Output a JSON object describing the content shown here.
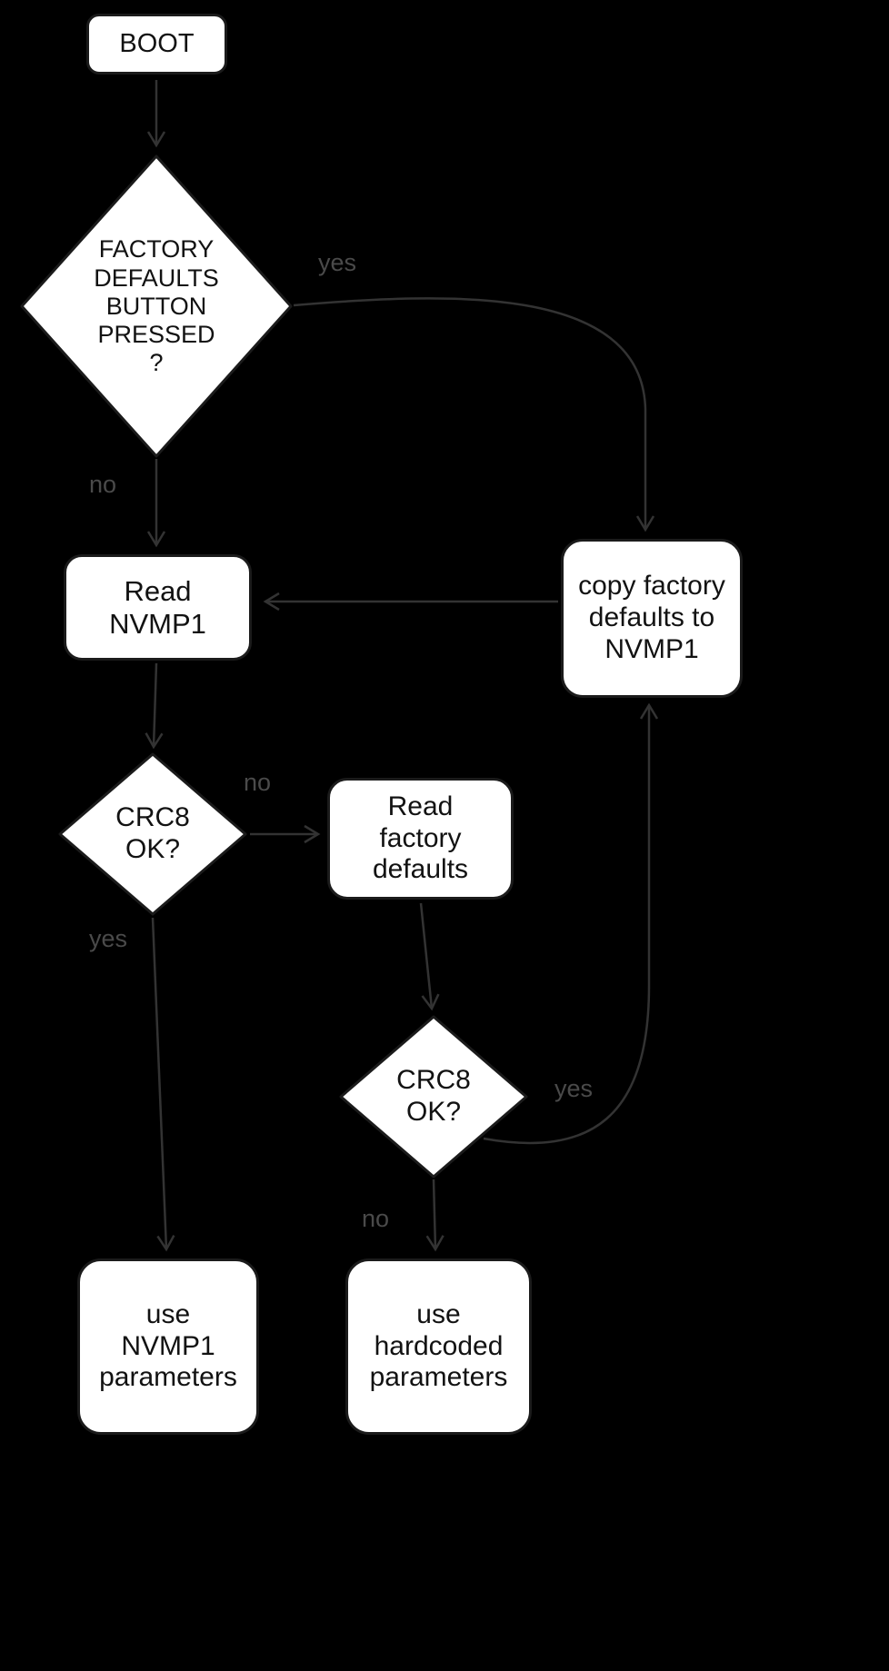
{
  "diagram": {
    "type": "flowchart",
    "colors": {
      "background": "#000000",
      "node_fill": "#ffffff",
      "node_border": "#1b1b1b",
      "node_text": "#121212",
      "edge": "#333333",
      "edge_label_text": "#4a4a4a"
    },
    "nodes": {
      "boot": {
        "type": "terminator",
        "label": "BOOT"
      },
      "factory_button": {
        "type": "decision",
        "label": "FACTORY\nDEFAULTS\nBUTTON\nPRESSED\n?"
      },
      "read_nvmp1": {
        "type": "process",
        "label": "Read\nNVMP1"
      },
      "copy_defaults": {
        "type": "process",
        "label": "copy factory\ndefaults to\nNVMP1"
      },
      "crc8_check_1": {
        "type": "decision",
        "label": "CRC8\nOK?"
      },
      "read_factory": {
        "type": "process",
        "label": "Read\nfactory\ndefaults"
      },
      "crc8_check_2": {
        "type": "decision",
        "label": "CRC8\nOK?"
      },
      "use_nvmp1": {
        "type": "process",
        "label": "use\nNVMP1\nparameters"
      },
      "use_hardcoded": {
        "type": "process",
        "label": "use\nhardcoded\nparameters"
      }
    },
    "edge_labels": {
      "factory_yes": "yes",
      "factory_no": "no",
      "crc1_no": "no",
      "crc1_yes": "yes",
      "crc2_yes": "yes",
      "crc2_no": "no"
    }
  }
}
